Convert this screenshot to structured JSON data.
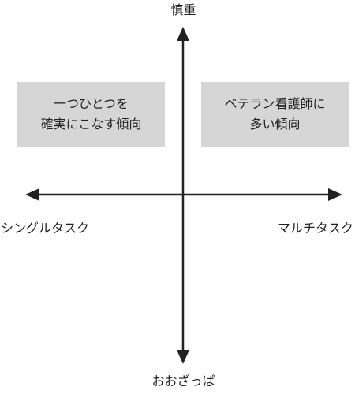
{
  "axes": {
    "top": "慎重",
    "bottom": "おおざっぱ",
    "left": "シングルタスク",
    "right": "マルチタスク"
  },
  "quadrants": {
    "top_left": {
      "lines": [
        "一つひとつを",
        "確実にこなす傾向"
      ]
    },
    "top_right": {
      "lines": [
        "ベテラン看護師に",
        "多い傾向"
      ]
    }
  },
  "colors": {
    "axis": "#222222",
    "box": "#d6d6d6",
    "text": "#222222"
  }
}
